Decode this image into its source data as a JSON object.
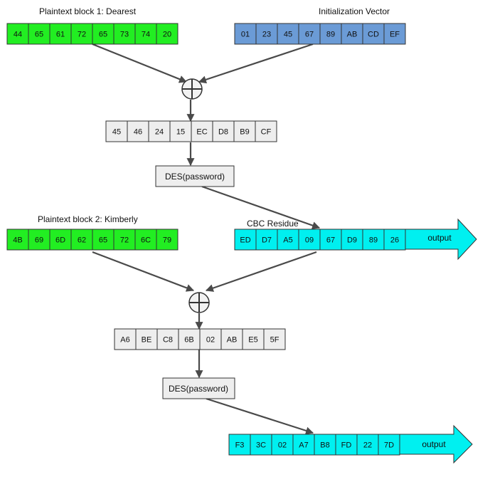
{
  "colors": {
    "plaintext": "#22ee22",
    "iv": "#6b9bd6",
    "intermediate": "#eeeeee",
    "ciphertext": "#00f0f0",
    "des_box": "#eeeeee",
    "connector": "#4a4a4a"
  },
  "labels": {
    "plaintext1": "Plaintext block 1: Dearest",
    "iv": "Initialization Vector",
    "plaintext2": "Plaintext block 2: Kimberly",
    "cbc_residue": "CBC Residue"
  },
  "rows": {
    "plaintext1": [
      "44",
      "65",
      "61",
      "72",
      "65",
      "73",
      "74",
      "20"
    ],
    "iv": [
      "01",
      "23",
      "45",
      "67",
      "89",
      "AB",
      "CD",
      "EF"
    ],
    "xor1": [
      "45",
      "46",
      "24",
      "15",
      "EC",
      "D8",
      "B9",
      "CF"
    ],
    "cipher1": [
      "ED",
      "D7",
      "A5",
      "09",
      "67",
      "D9",
      "89",
      "26"
    ],
    "plaintext2": [
      "4B",
      "69",
      "6D",
      "62",
      "65",
      "72",
      "6C",
      "79"
    ],
    "xor2": [
      "A6",
      "BE",
      "C8",
      "6B",
      "02",
      "AB",
      "E5",
      "5F"
    ],
    "cipher2": [
      "F3",
      "3C",
      "02",
      "A7",
      "B8",
      "FD",
      "22",
      "7D"
    ]
  },
  "des_boxes": {
    "first": "DES(password)",
    "second": "DES(password)"
  },
  "outputs": {
    "first": "output",
    "second": "output"
  },
  "icons": {
    "xor": "xor-circle-plus-icon"
  }
}
